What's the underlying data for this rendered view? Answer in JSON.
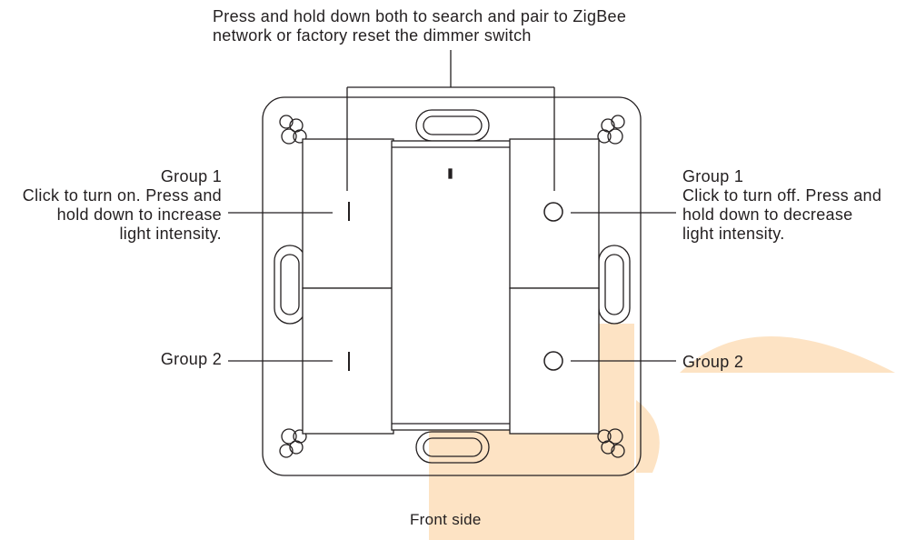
{
  "top_note": {
    "line1": "Press and hold down both to search and pair to ZigBee",
    "line2": "network or factory reset the dimmer switch"
  },
  "left_group1": {
    "line1": "Group 1",
    "line2": "Click to turn on. Press and",
    "line3": "hold down to increase",
    "line4": "light intensity."
  },
  "right_group1": {
    "line1": "Group 1",
    "line2": "Click to turn off. Press and",
    "line3": "hold down to decrease",
    "line4": "light intensity."
  },
  "left_group2": "Group 2",
  "right_group2": "Group 2",
  "caption": "Front side",
  "colors": {
    "line": "#231f20",
    "watermark": "#fde3c4"
  }
}
